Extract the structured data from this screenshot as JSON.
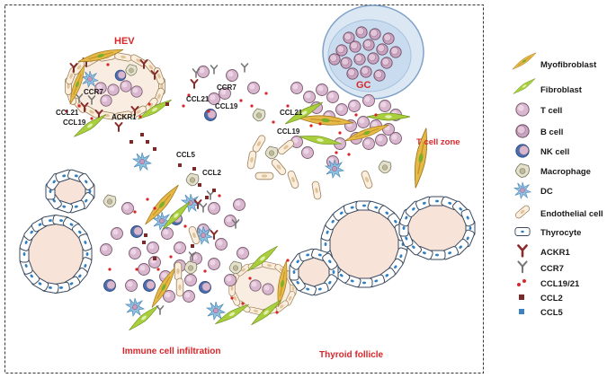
{
  "labels": {
    "hev": "HEV",
    "gc": "GC",
    "t_cell_zone": "T cell zone",
    "immune_infiltration": "Immune cell infiltration",
    "thyroid_follicle": "Thyroid follicle",
    "ccr7_a": "CCR7",
    "ccl21_a": "CCL21",
    "ccl19_a": "CCL19",
    "ackr1": "ACKR1",
    "ccl21_b": "CCL21",
    "ccr7_b": "CCR7",
    "ccl19_b": "CCL19",
    "ccl21_c": "CCL21",
    "ccl19_c": "CCL19",
    "ccl5": "CCL5",
    "ccl2": "CCL2"
  },
  "legend": [
    {
      "key": "myofibroblast",
      "label": "Myofibroblast"
    },
    {
      "key": "fibroblast",
      "label": "Fibroblast"
    },
    {
      "key": "tcell",
      "label": "T cell"
    },
    {
      "key": "bcell",
      "label": "B cell"
    },
    {
      "key": "nkcell",
      "label": "NK cell"
    },
    {
      "key": "macrophage",
      "label": "Macrophage"
    },
    {
      "key": "dc",
      "label": "DC"
    },
    {
      "key": "endothelial",
      "label": "Endothelial cell"
    },
    {
      "key": "thyrocyte",
      "label": "Thyrocyte"
    },
    {
      "key": "ackr1",
      "label": "ACKR1"
    },
    {
      "key": "ccr7",
      "label": "CCR7"
    },
    {
      "key": "ccl1921",
      "label": "CCL19/21"
    },
    {
      "key": "ccl2",
      "label": "CCL2"
    },
    {
      "key": "ccl5",
      "label": "CCL5"
    }
  ],
  "colors": {
    "tcell_fill": "#d9b7cf",
    "tcell_stroke": "#7a5a70",
    "nk_core": "#4a6fb0",
    "thyrocyte_border": "#3b4a5e",
    "thyrocyte_nucleus": "#2f7fc1",
    "colloid": "#f8e3d8",
    "gc_fill": "#c9dcef",
    "gc_stroke": "#7fa3c8",
    "myofibroblast": "#e5b948",
    "fibroblast": "#a9cf3d",
    "ackr1": "#8a2b2b",
    "ccr7": "#777777",
    "ccl1921": "#d8262b",
    "ccl2": "#7b2a2a",
    "ccl5": "#3a82c4",
    "dc": "#8fc3e6",
    "macrophage": "#e3e1cc",
    "label_red": "#d8262b"
  }
}
